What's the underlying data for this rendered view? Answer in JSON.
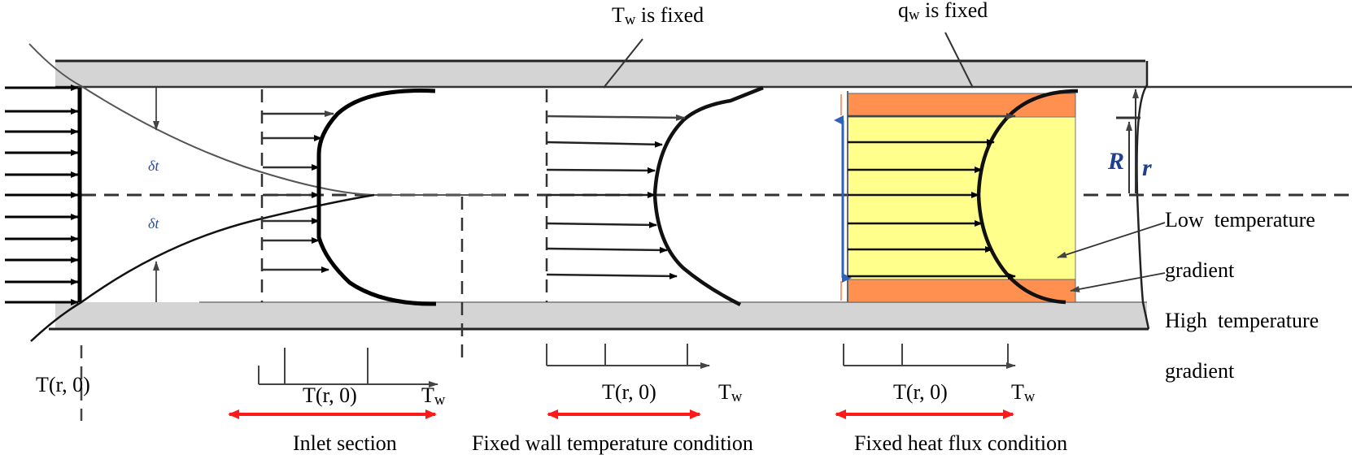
{
  "title_annotations": {
    "tw_fixed": {
      "symbol": "T",
      "subscript": "w",
      "text": " is fixed"
    },
    "qw_fixed": {
      "symbol": "q",
      "subscript": "w",
      "text": " is fixed"
    }
  },
  "symbols": {
    "delta_top": "δt",
    "delta_bottom": "δt",
    "radius": "R",
    "radial": "r"
  },
  "inlet_label": "T(r, 0)",
  "sections": [
    {
      "axis_start": "T(r, 0)",
      "axis_end_symbol": "T",
      "axis_end_sub": "w",
      "name": "Inlet section"
    },
    {
      "axis_start": "T(r, 0)",
      "axis_end_symbol": "T",
      "axis_end_sub": "w",
      "name": "Fixed wall temperature condition"
    },
    {
      "axis_start": "T(r, 0)",
      "axis_end_symbol": "T",
      "axis_end_sub": "w",
      "name": "Fixed heat flux condition"
    }
  ],
  "legend": {
    "low": {
      "line1": "Low  temperature",
      "line2": "gradient"
    },
    "high": {
      "line1": "High  temperature",
      "line2": "gradient"
    }
  },
  "colors": {
    "wall": "#d4d4d4",
    "low_gradient": "#ffff8c",
    "high_gradient": "#ff9050",
    "range_arrow": "#ff1a1a",
    "blue_arrow": "#2f62b8",
    "symbol": "#1f3f8f"
  }
}
